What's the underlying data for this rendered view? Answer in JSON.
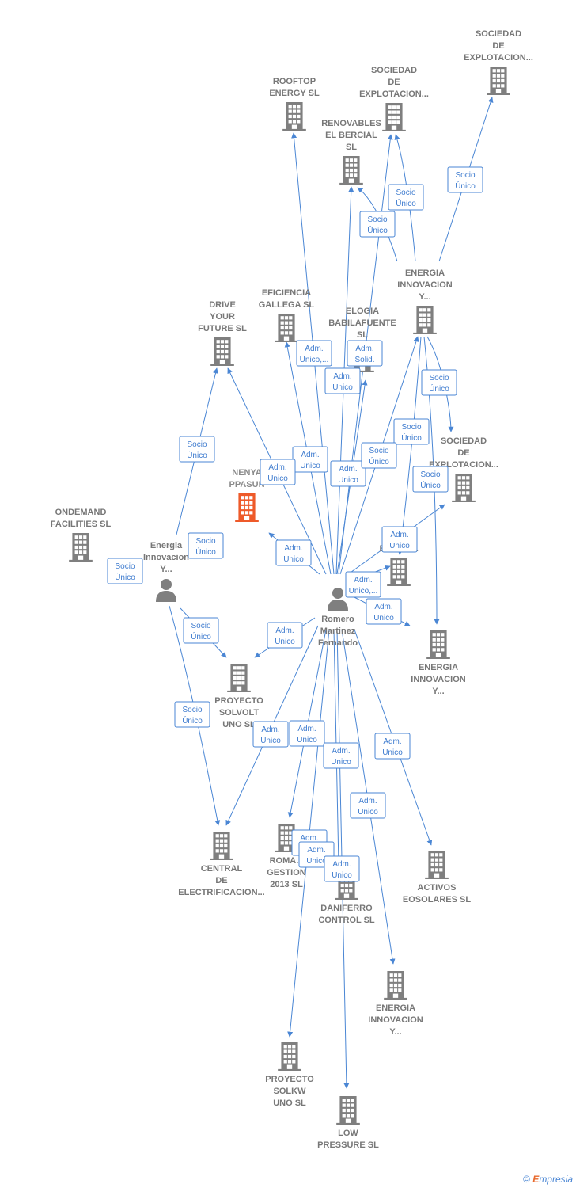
{
  "colors": {
    "edge": "#4a86d4",
    "building": "#7f7f7f",
    "focus": "#ee5a2a",
    "person": "#7f7f7f"
  },
  "nodes": [
    {
      "id": "n1",
      "type": "building",
      "lines": [
        "SOCIEDAD",
        "DE",
        "EXPLOTACION..."
      ]
    },
    {
      "id": "n2",
      "type": "building",
      "lines": [
        "ROOFTOP",
        "ENERGY  SL"
      ]
    },
    {
      "id": "n3",
      "type": "building",
      "lines": [
        "SOCIEDAD",
        "DE",
        "EXPLOTACION..."
      ]
    },
    {
      "id": "n4",
      "type": "building",
      "lines": [
        "RENOVABLES",
        "EL BERCIAL",
        "SL"
      ]
    },
    {
      "id": "n5",
      "type": "building",
      "lines": [
        "ENERGIA",
        "INNOVACION",
        "Y..."
      ]
    },
    {
      "id": "n6",
      "type": "building",
      "lines": [
        "EFICIENCIA",
        "GALLEGA SL"
      ]
    },
    {
      "id": "n7",
      "type": "building",
      "lines": [
        "ELOGIA",
        "BABILAFUENTE",
        "SL"
      ]
    },
    {
      "id": "n8",
      "type": "building",
      "lines": [
        "DRIVE",
        "YOUR",
        "FUTURE  SL"
      ]
    },
    {
      "id": "n9",
      "type": "building",
      "lines": [
        "SOCIEDAD",
        "DE",
        "EXPLOTACION..."
      ]
    },
    {
      "id": "n10",
      "type": "focus",
      "lines": [
        "NENYA",
        "PPASUN"
      ]
    },
    {
      "id": "n11",
      "type": "building",
      "lines": [
        "ONDEMAND",
        "FACILITIES SL"
      ]
    },
    {
      "id": "n12",
      "type": "person",
      "lines": [
        "Energia",
        "Innovacion",
        "Y..."
      ]
    },
    {
      "id": "n13",
      "type": "building",
      "lines": [
        "P...",
        "ENE... SL"
      ]
    },
    {
      "id": "n14",
      "type": "person",
      "lines": [
        "Romero",
        "Martinez",
        "Fernando"
      ]
    },
    {
      "id": "n15",
      "type": "building",
      "lines": [
        "ENERGIA",
        "INNOVACION",
        "Y..."
      ]
    },
    {
      "id": "n16",
      "type": "building",
      "lines": [
        "PROYECTO",
        "SOLVOLT",
        "UNO  SL"
      ]
    },
    {
      "id": "n17",
      "type": "building",
      "lines": [
        "CENTRAL",
        "DE",
        "ELECTRIFICACION..."
      ]
    },
    {
      "id": "n18",
      "type": "building",
      "lines": [
        "ROMA...",
        "GESTION",
        "2013  SL"
      ]
    },
    {
      "id": "n19",
      "type": "building",
      "lines": [
        "DANIFERRO",
        "CONTROL  SL"
      ]
    },
    {
      "id": "n20",
      "type": "building",
      "lines": [
        "ACTIVOS",
        "EOSOLARES SL"
      ]
    },
    {
      "id": "n21",
      "type": "building",
      "lines": [
        "ENERGIA",
        "INNOVACION",
        "Y..."
      ]
    },
    {
      "id": "n22",
      "type": "building",
      "lines": [
        "PROYECTO",
        "SOLKW",
        "UNO  SL"
      ]
    },
    {
      "id": "n23",
      "type": "building",
      "lines": [
        "LOW",
        "PRESSURE  SL"
      ]
    }
  ],
  "edge_labels": [
    {
      "id": "e1",
      "lines": [
        "Socio",
        "Único"
      ]
    },
    {
      "id": "e2",
      "lines": [
        "Socio",
        "Único"
      ]
    },
    {
      "id": "e3",
      "lines": [
        "Socio",
        "Único"
      ]
    },
    {
      "id": "e4",
      "lines": [
        "Adm.",
        "Unico,..."
      ]
    },
    {
      "id": "e5",
      "lines": [
        "Adm.",
        "Solid."
      ]
    },
    {
      "id": "e6",
      "lines": [
        "Adm.",
        "Unico"
      ]
    },
    {
      "id": "e7",
      "lines": [
        "Socio",
        "Único"
      ]
    },
    {
      "id": "e8",
      "lines": [
        "Socio",
        "Único"
      ]
    },
    {
      "id": "e9",
      "lines": [
        "Socio",
        "Único"
      ]
    },
    {
      "id": "e10",
      "lines": [
        "Adm.",
        "Unico"
      ]
    },
    {
      "id": "e11",
      "lines": [
        "Adm.",
        "Unico"
      ]
    },
    {
      "id": "e12",
      "lines": [
        "Adm.",
        "Unico"
      ]
    },
    {
      "id": "e13",
      "lines": [
        "Socio",
        "Único"
      ]
    },
    {
      "id": "e14",
      "lines": [
        "Socio",
        "Único"
      ]
    },
    {
      "id": "e15",
      "lines": [
        "Socio",
        "Único"
      ]
    },
    {
      "id": "e16",
      "lines": [
        "Adm.",
        "Unico"
      ]
    },
    {
      "id": "e17",
      "lines": [
        "Socio",
        "Único"
      ]
    },
    {
      "id": "e18",
      "lines": [
        "Adm.",
        "Unico"
      ]
    },
    {
      "id": "e19",
      "lines": [
        "Adm.",
        "Unico,..."
      ]
    },
    {
      "id": "e20",
      "lines": [
        "Adm.",
        "Unico"
      ]
    },
    {
      "id": "e21",
      "lines": [
        "Socio",
        "Único"
      ]
    },
    {
      "id": "e22",
      "lines": [
        "Adm.",
        "Unico"
      ]
    },
    {
      "id": "e23",
      "lines": [
        "Socio",
        "Único"
      ]
    },
    {
      "id": "e24",
      "lines": [
        "Adm.",
        "Unico"
      ]
    },
    {
      "id": "e25",
      "lines": [
        "Adm.",
        "Unico"
      ]
    },
    {
      "id": "e26",
      "lines": [
        "Adm.",
        "Unico"
      ]
    },
    {
      "id": "e27",
      "lines": [
        "Adm.",
        "Unico"
      ]
    },
    {
      "id": "e28",
      "lines": [
        "Adm.",
        "Unico"
      ]
    },
    {
      "id": "e29",
      "lines": [
        "Adm.",
        "Unico"
      ]
    },
    {
      "id": "e30",
      "lines": [
        "Adm.",
        "Unico"
      ]
    },
    {
      "id": "e31",
      "lines": [
        "Adm.",
        "Unico"
      ]
    }
  ],
  "footer": {
    "copyright": "©",
    "brand_first": "E",
    "brand_rest": "mpresia"
  }
}
